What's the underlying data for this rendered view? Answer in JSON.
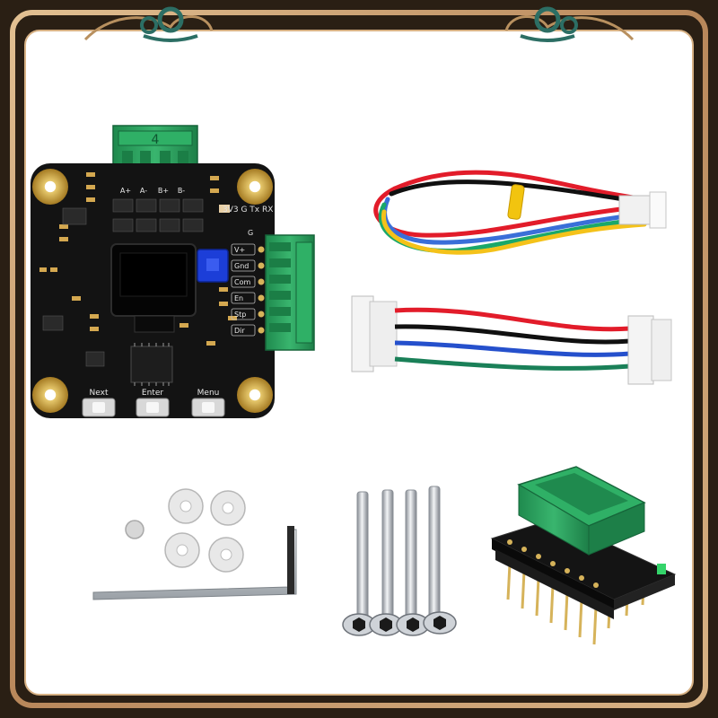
{
  "board": {
    "motor_connector_number": "4",
    "top_pins": [
      "A+",
      "A-",
      "B+",
      "B-"
    ],
    "power_row": "3V3 G Tx RX",
    "side_pins": [
      "V+",
      "Gnd",
      "Com",
      "En",
      "Stp",
      "Dir"
    ],
    "side_label": "G",
    "buttons": [
      "Next",
      "Enter",
      "Menu"
    ]
  },
  "colors": {
    "frame_bg": "#241a10",
    "frame_border": "#c9a070",
    "connector_green": "#2aa35f",
    "pcb_black": "#121212",
    "oled_blue": "#1c3ed8",
    "gold_pad": "#d6b35a"
  }
}
